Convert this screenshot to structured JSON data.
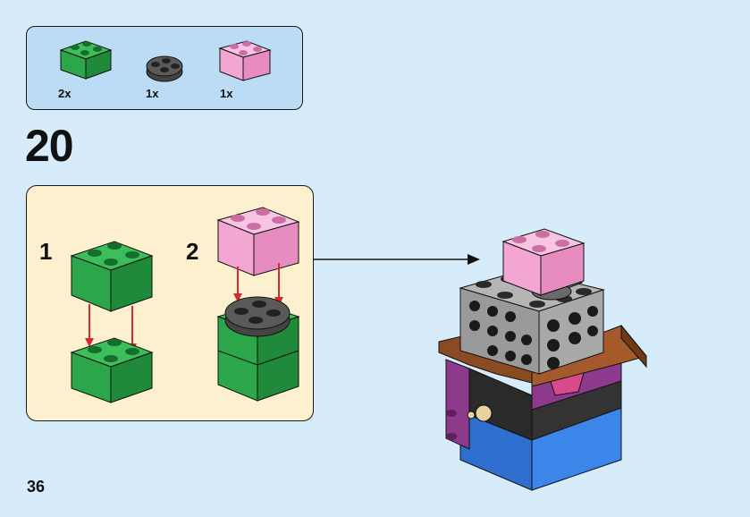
{
  "parts_list": {
    "items": [
      {
        "name": "green-2x2-brick",
        "qty": "2x",
        "color": "#2ca64b"
      },
      {
        "name": "dark-gray-round-plate",
        "qty": "1x",
        "color": "#5a5a5a"
      },
      {
        "name": "pink-2x2-brick",
        "qty": "1x",
        "color": "#f4a6d2"
      }
    ]
  },
  "step": {
    "number": "20"
  },
  "substeps": [
    {
      "number": "1"
    },
    {
      "number": "2"
    }
  ],
  "page": {
    "number": "36"
  },
  "colors": {
    "background": "#d7ecfb",
    "parts_box": "#bcdcf6",
    "substep_box": "#fdf0cf",
    "green": "#2ca64b",
    "pink": "#f4a6d2",
    "dark_gray": "#5a5a5a",
    "arrow_red": "#d9282f",
    "light_gray": "#a9a9a9",
    "brown": "#8a4a22",
    "purple": "#8e3a8c",
    "blue": "#2f6fd0"
  }
}
